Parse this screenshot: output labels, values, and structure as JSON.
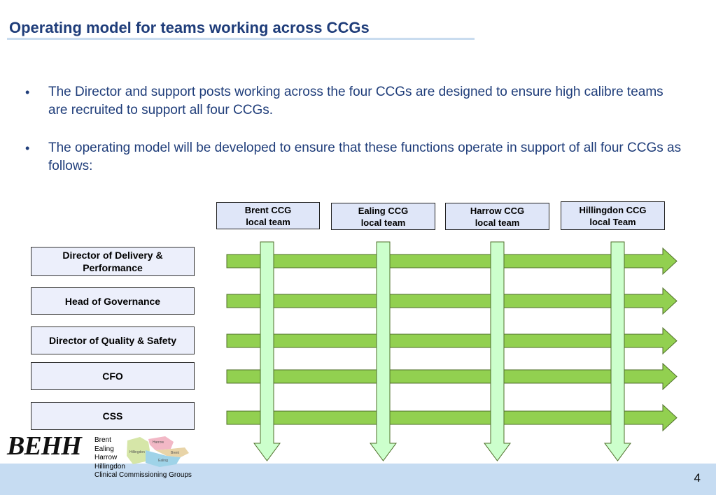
{
  "title": "Operating model for teams working across CCGs",
  "bullets": [
    "The Director and support posts working across the four CCGs are designed to ensure high calibre teams are recruited to support all four CCGs.",
    "The operating model will be developed to ensure that these functions operate in support of all four CCGs as follows:"
  ],
  "bullet_symbol": "•",
  "ccg_teams": [
    "Brent CCG\nlocal team",
    "Ealing CCG\nlocal team",
    "Harrow CCG\nlocal team",
    "Hillingdon CCG\nlocal Team"
  ],
  "roles": [
    "Director of Delivery & Performance",
    "Head of Governance",
    "Director of Quality & Safety",
    "CFO",
    "CSS"
  ],
  "logo": {
    "wordmark": "BEHH",
    "names": [
      "Brent",
      "Ealing",
      "Harrow",
      "Hillingdon",
      "Clinical Commissioning Groups"
    ],
    "map_labels": [
      "Harrow",
      "Hillingdon",
      "Brent",
      "Ealing"
    ]
  },
  "page_number": "4",
  "colors": {
    "title": "#1f3d7a",
    "horizontal_arrow": "#92d050",
    "vertical_arrow": "#ccffcc",
    "footer": "#c6dcf2",
    "box_fill": "#dfe6f8"
  }
}
